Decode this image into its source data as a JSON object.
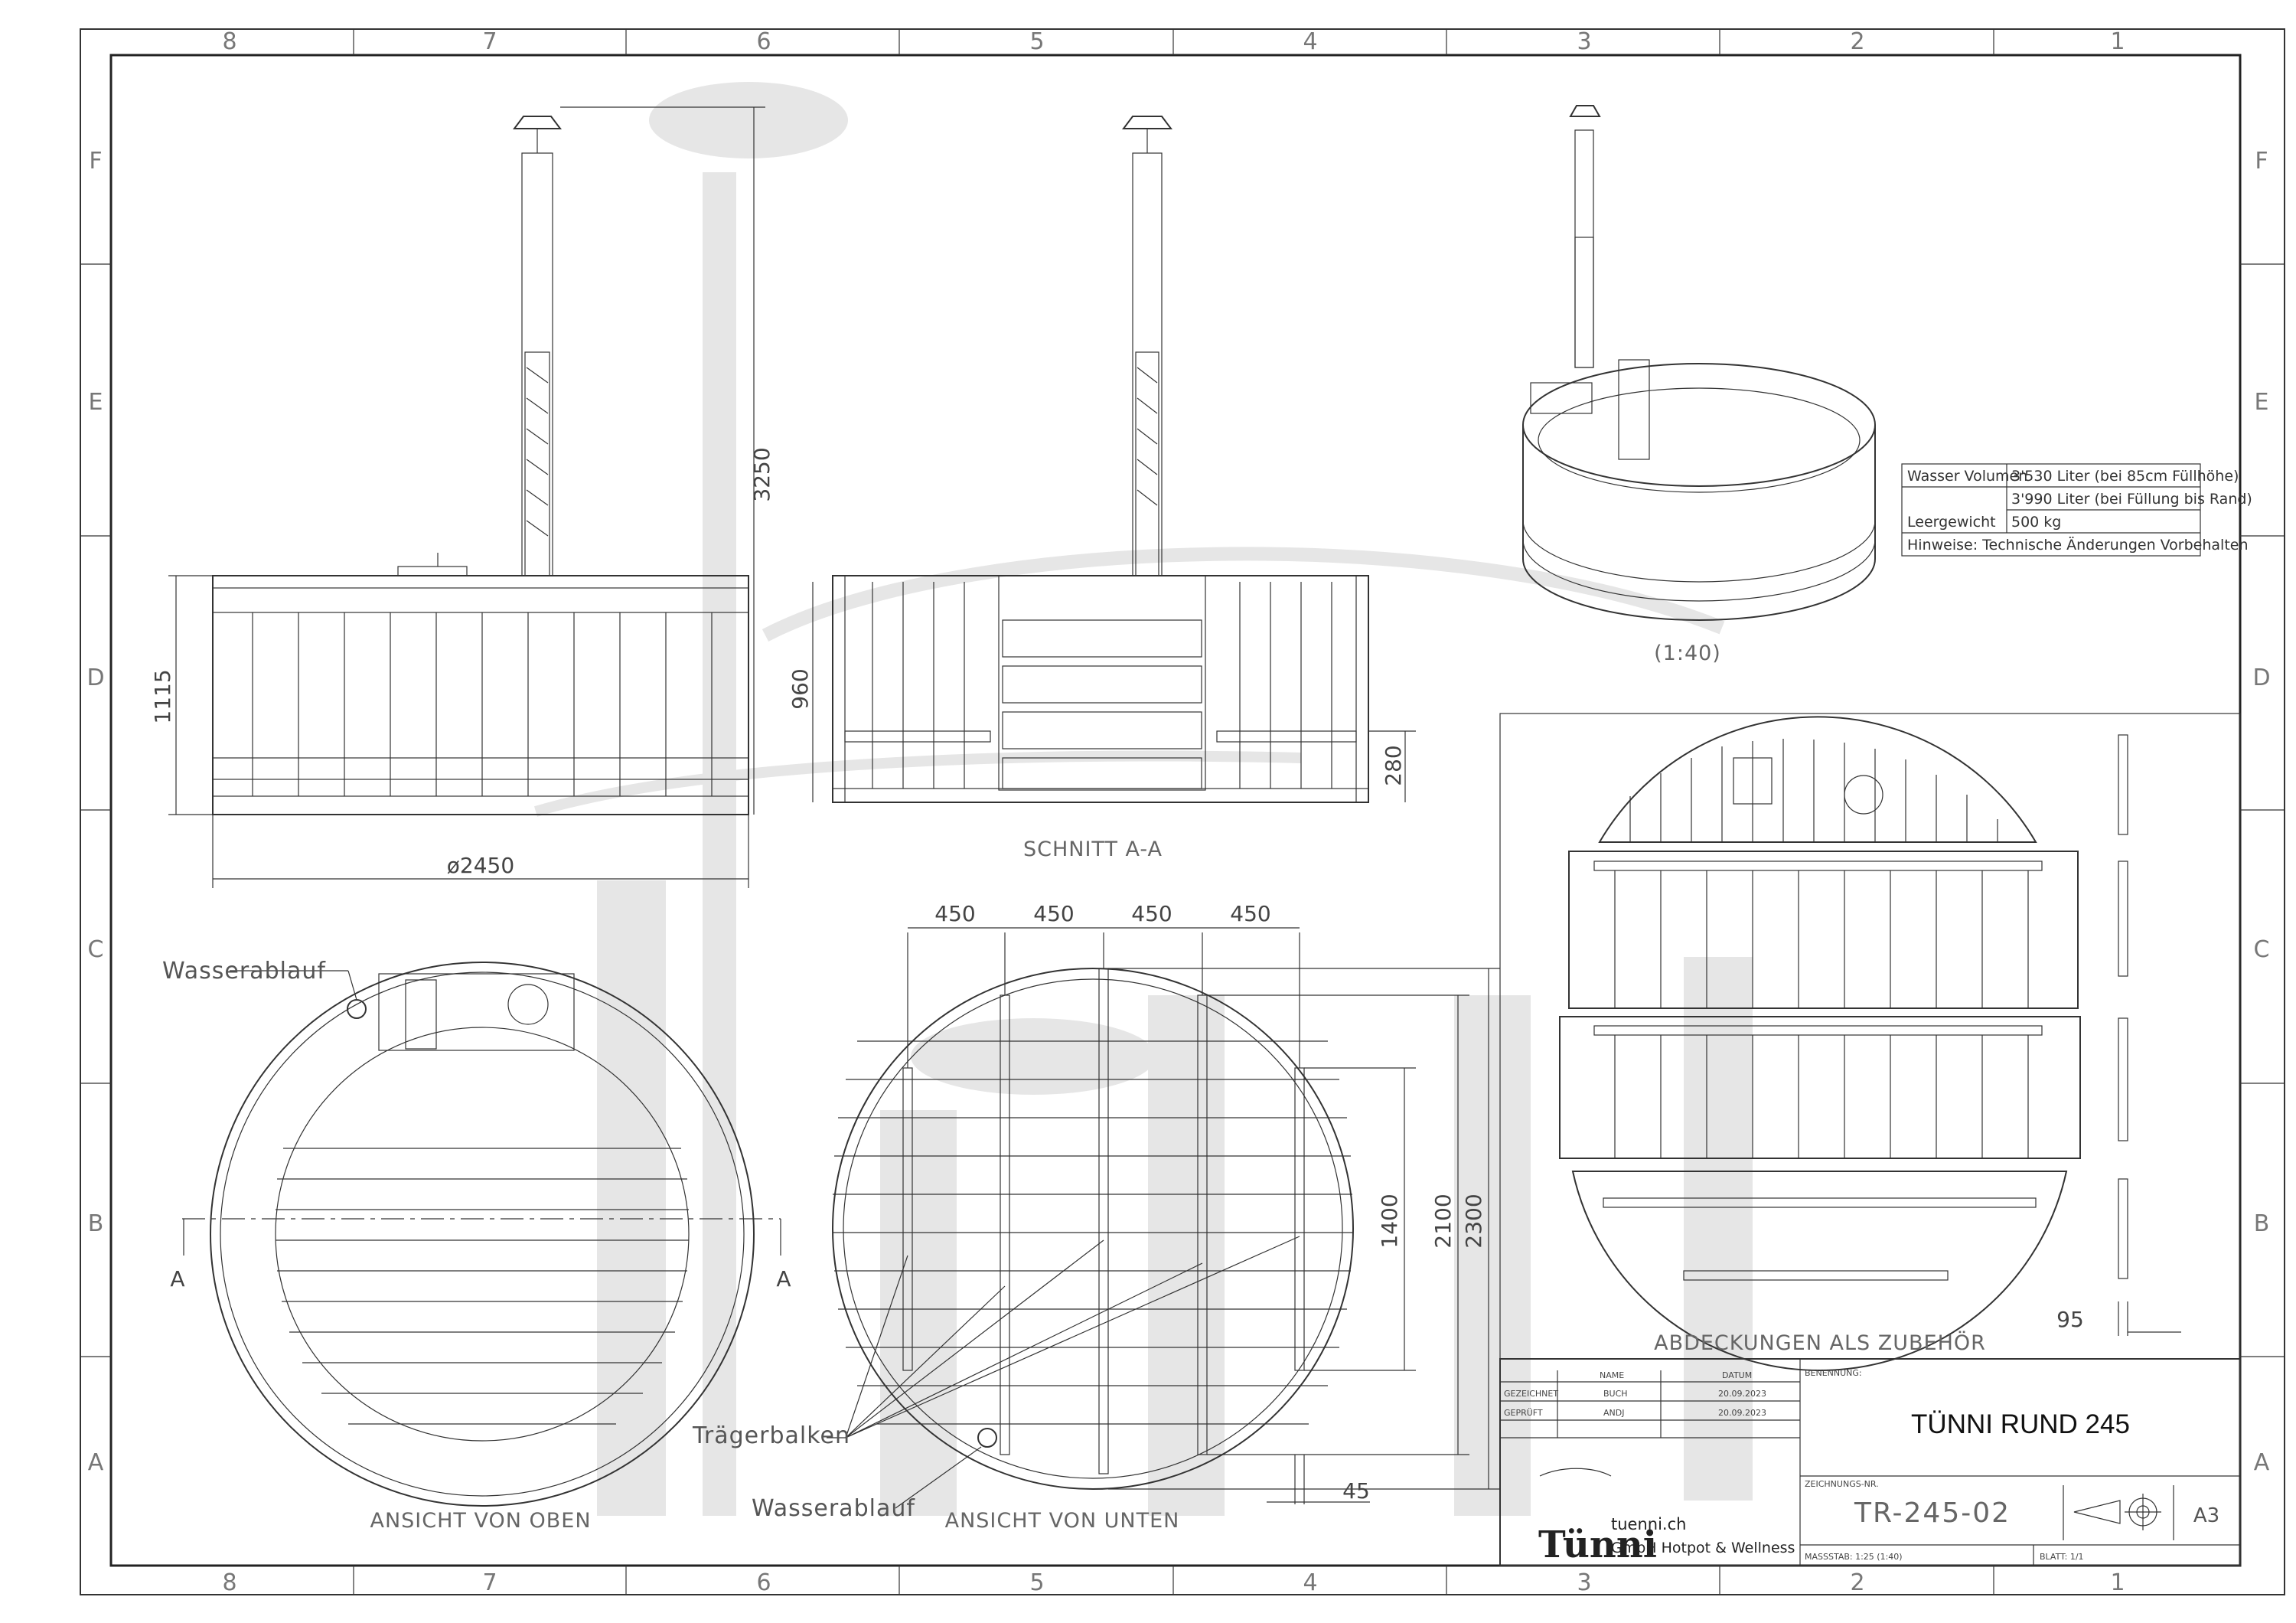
{
  "border": {
    "columns": [
      "8",
      "7",
      "6",
      "5",
      "4",
      "3",
      "2",
      "1"
    ],
    "rows": [
      "F",
      "E",
      "D",
      "C",
      "B",
      "A"
    ]
  },
  "dimensions": {
    "total_height": "3250",
    "tub_height": "1115",
    "diameter": "ø2450",
    "section_height": "960",
    "bench_height": "280",
    "beam_spacing": [
      "450",
      "450",
      "450",
      "450"
    ],
    "beam_length_inner": "1400",
    "beam_length_mid": "2100",
    "beam_length_outer": "2300",
    "beam_offset": "45",
    "cover_thickness": "95"
  },
  "labels": {
    "section_view": "SCHNITT A-A",
    "top_view": "ANSICHT VON OBEN",
    "bottom_view": "ANSICHT VON UNTEN",
    "covers": "ABDECKUNGEN ALS ZUBEHÖR",
    "iso_scale": "(1:40)",
    "drain_top": "Wasserablauf",
    "drain_bottom": "Wasserablauf",
    "beams": "Trägerbalken",
    "section_marker_left": "A",
    "section_marker_right": "A"
  },
  "specs": [
    {
      "label": "Wasser Volumen",
      "value": "3'530 Liter (bei 85cm Füllhöhe)"
    },
    {
      "label": "",
      "value": "3'990 Liter (bei Füllung bis Rand)"
    },
    {
      "label": "Leergewicht",
      "value": "500 kg"
    },
    {
      "label": "Hinweise: Technische Änderungen Vorbehalten",
      "value": ""
    }
  ],
  "title_block": {
    "col_name": "NAME",
    "col_date": "DATUM",
    "row_drawn": "GEZEICHNET",
    "row_checked": "GEPRÜFT",
    "drawn_name": "BUCH",
    "drawn_date": "20.09.2023",
    "checked_name": "ANDJ",
    "checked_date": "20.09.2023",
    "designation_label": "BENENNUNG:",
    "designation": "TÜNNI RUND 245",
    "drawing_no_label": "ZEICHNUNGS-NR.",
    "drawing_no": "TR-245-02",
    "format": "A3",
    "scale": "MASSSTAB: 1:25 (1:40)",
    "sheet": "BLATT: 1/1",
    "logo_word": "Tünni",
    "company_url": "tuenni.ch",
    "company_line": "GmbH Hotpot & Wellness"
  }
}
